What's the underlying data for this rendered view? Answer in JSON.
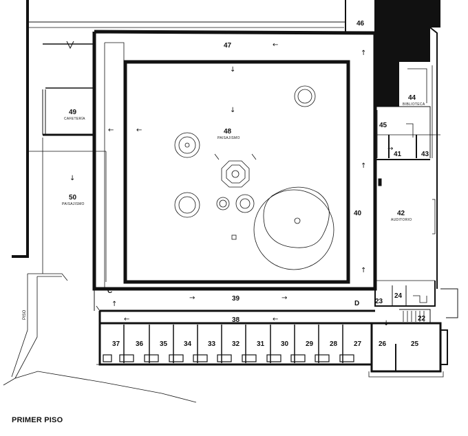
{
  "caption": "PRIMER PISO",
  "rooms": {
    "r22": "22",
    "r23": "23",
    "r24": "24",
    "r25": "25",
    "r26": "26",
    "r27": "27",
    "r28": "28",
    "r29": "29",
    "r30": "30",
    "r31": "31",
    "r32": "32",
    "r33": "33",
    "r34": "34",
    "r35": "35",
    "r36": "36",
    "r37": "37",
    "r38": "38",
    "r39": "39",
    "r40": "40",
    "r41": "41",
    "r42": "42",
    "r43": "43",
    "r44": "44",
    "r45": "45",
    "r46": "46",
    "r47": "47",
    "r48": "48",
    "r49": "49",
    "r50": "50"
  },
  "sublabels": {
    "paisajismo": "PAISAJISMO",
    "cafeteria": "CAFETERÍA",
    "biblioteca": "BIBLIOTECA",
    "auditorio": "AUDITORIO"
  },
  "markers": {
    "c": "C",
    "d": "D",
    "piso": "PISO"
  },
  "icons": {
    "arrow_left": "←",
    "arrow_right": "→",
    "arrow_up": "↑",
    "arrow_down": "↓"
  }
}
